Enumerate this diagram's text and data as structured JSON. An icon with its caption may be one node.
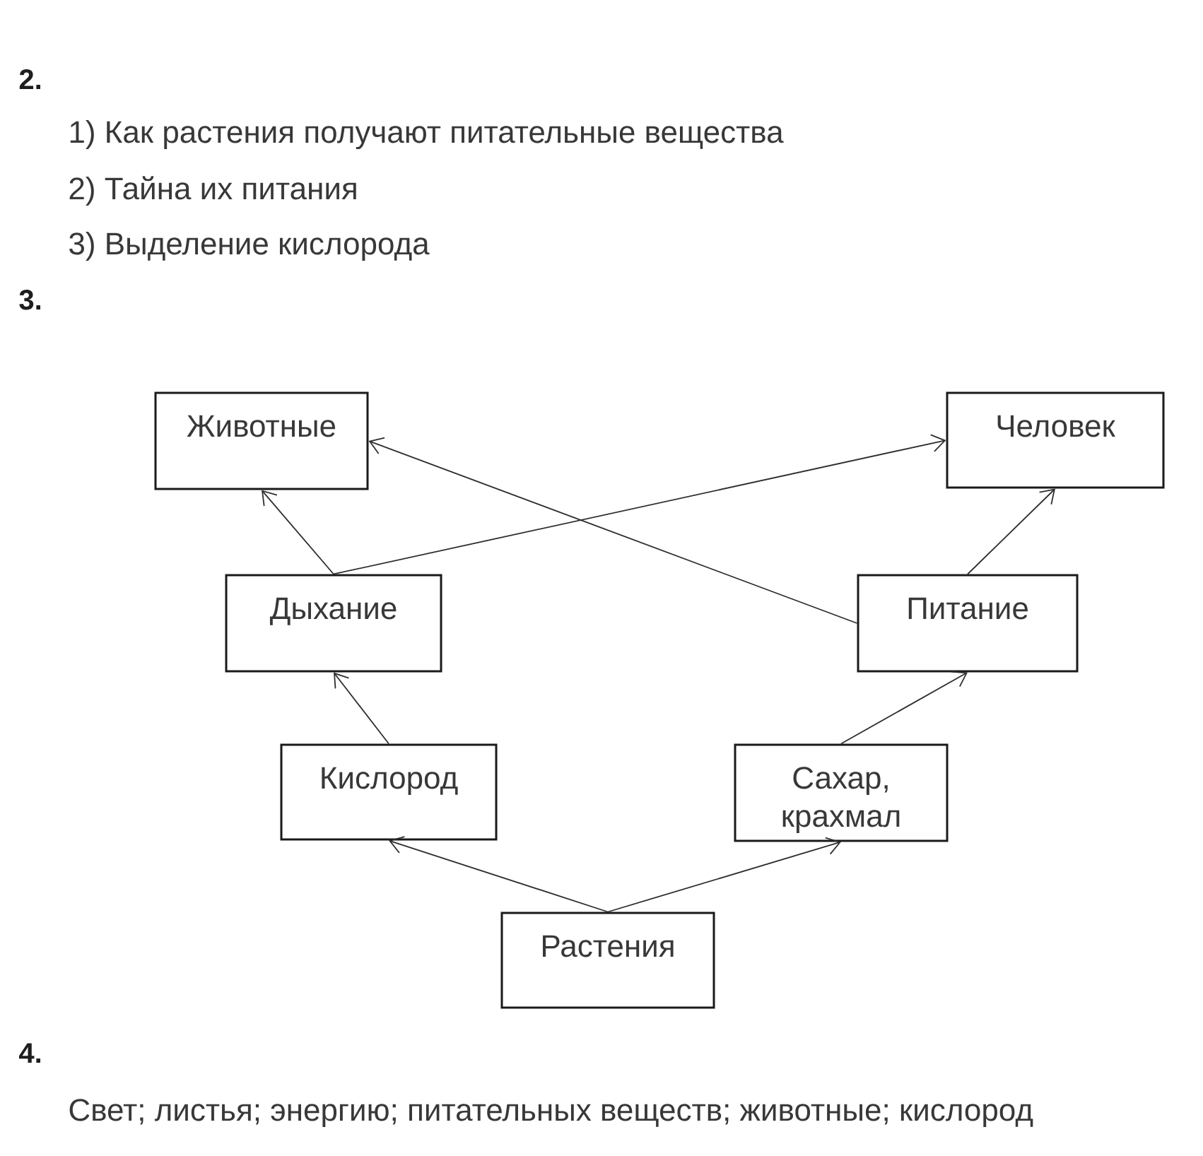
{
  "diagram": {
    "nodes": [
      {
        "text": [
          "Животные"
        ]
      },
      {
        "text": [
          "Человек"
        ]
      },
      {
        "text": [
          "Дыхание"
        ]
      },
      {
        "text": [
          "Питание"
        ]
      },
      {
        "text": [
          "Кислород"
        ]
      },
      {
        "text": [
          "Сахар, крахмал"
        ]
      },
      {
        "text": [
          "Растения"
        ]
      }
    ],
    "edges": [
      {
        "from": 2,
        "to": 0,
        "arrow": "to"
      },
      {
        "from": 2,
        "to": 1,
        "arrow": "to"
      },
      {
        "from": 3,
        "to": 0,
        "arrow": "to"
      },
      {
        "from": 3,
        "to": 1,
        "arrow": "to"
      },
      {
        "from": 4,
        "to": 2,
        "arrow": "to"
      },
      {
        "from": 5,
        "to": 3,
        "arrow": "to"
      },
      {
        "from": 6,
        "to": 4,
        "arrow": "to"
      },
      {
        "from": 6,
        "to": 5,
        "arrow": "to"
      }
    ],
    "labels": [
      "2.",
      "1) Как растения получают питательные вещества",
      "2) Тайна их питания",
      "3) Выделение кислорода",
      "3.",
      "4.",
      "Свет; листья; энергию; питательных веществ; животные; кислород"
    ]
  }
}
